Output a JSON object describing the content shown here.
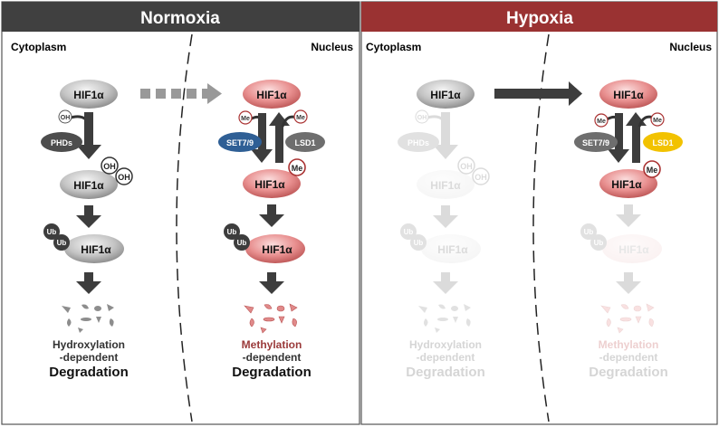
{
  "panels": [
    {
      "title": "Normoxia",
      "header_color": "#404040",
      "left_label": "Cytoplasm",
      "right_label": "Nucleus",
      "protein": "HIF1α",
      "oh": "OH",
      "phds": "PHDs",
      "ub": "Ub",
      "me": "Me",
      "set79": "SET7/9",
      "lsd1": "LSD1",
      "left_caption": [
        "Hydroxylation",
        "-dependent",
        "Degradation"
      ],
      "right_caption": [
        "Methylation",
        "-dependent",
        "Degradation"
      ]
    },
    {
      "title": "Hypoxia",
      "header_color": "#9a3232",
      "left_label": "Cytoplasm",
      "right_label": "Nucleus",
      "protein": "HIF1α",
      "oh": "OH",
      "phds": "PHDs",
      "ub": "Ub",
      "me": "Me",
      "set79": "SET7/9",
      "lsd1": "LSD1",
      "left_caption": [
        "Hydroxylation",
        "-dependent",
        "Degradation"
      ],
      "right_caption": [
        "Methylation",
        "-dependent",
        "Degradation"
      ]
    }
  ],
  "colors": {
    "gray_protein": "#c4c4c4",
    "pink_protein": "#e88f8f",
    "set79_blue": "#2f5f95",
    "lsd1_gray": "#6e6e6e",
    "lsd1_yellow": "#f2c200",
    "methylation_text": "#9a3a3a",
    "faded": "#cfcfcf"
  }
}
